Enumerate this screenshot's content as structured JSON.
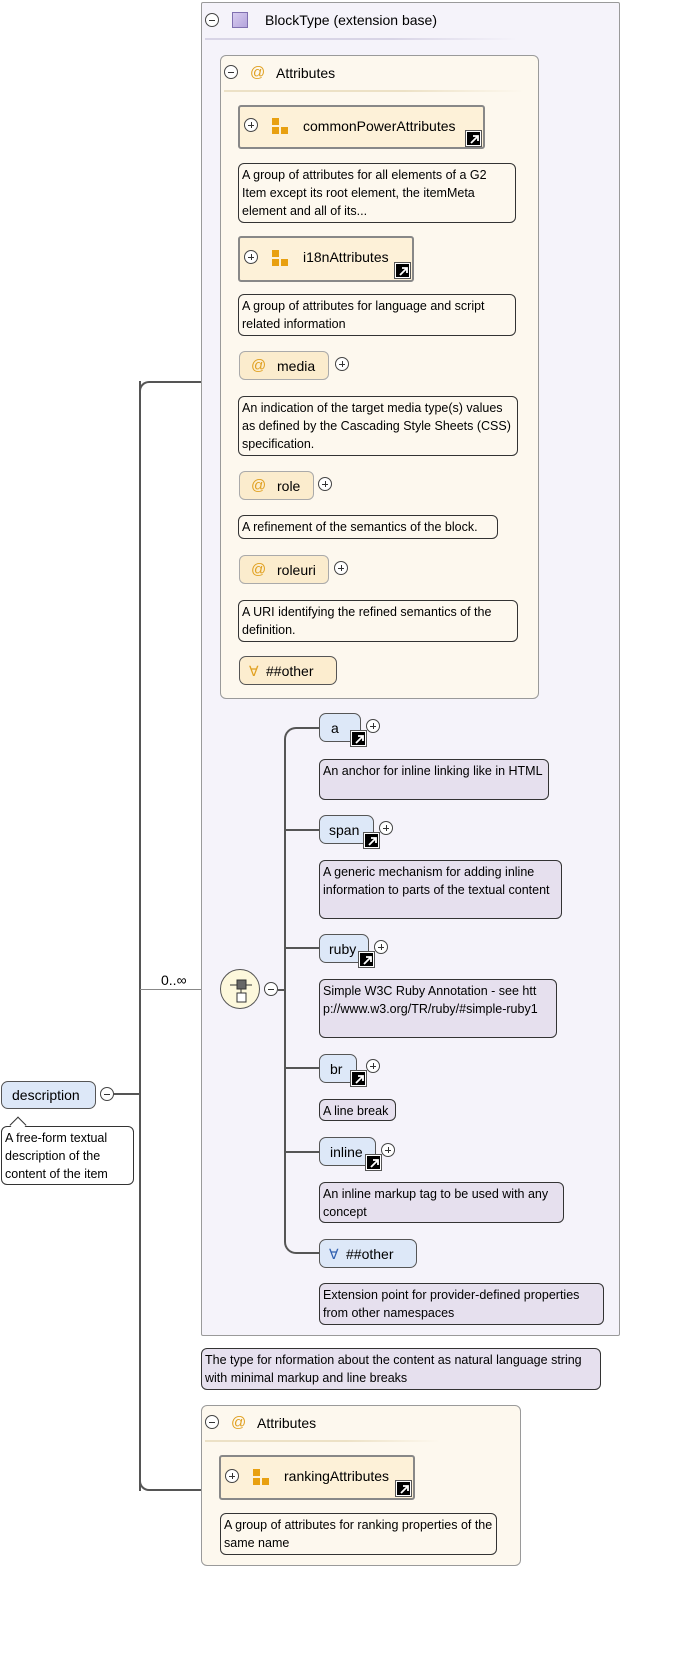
{
  "root": {
    "label": "description",
    "note": "A free-form textual description of the content of the item",
    "cardinality": "0..∞"
  },
  "blocktype": {
    "title": "BlockType (extension base)",
    "note": "The type for nformation about the content as natural language string with minimal markup and line breaks",
    "attributes": {
      "title": "Attributes",
      "group1": {
        "label": "commonPowerAttributes",
        "note": "A group of attributes for all elements of a G2 Item except its root element, the itemMeta element and all of its..."
      },
      "group2": {
        "label": "i18nAttributes",
        "note": "A group of attributes for language and script related information"
      },
      "media": {
        "label": "media",
        "note": "An indication of the target media type(s) values as defined by the Cascading Style Sheets (CSS) specification."
      },
      "role": {
        "label": "role",
        "note": "A refinement of the semantics of the block."
      },
      "roleuri": {
        "label": "roleuri",
        "note": "A URI identifying the refined semantics of the definition."
      },
      "other": {
        "label": "##other"
      }
    },
    "elements": {
      "a": {
        "label": "a",
        "note": "An anchor for inline linking like in HTML"
      },
      "span": {
        "label": "span",
        "note": "A generic mechanism for adding inline information to parts of the textual content"
      },
      "ruby": {
        "label": "ruby",
        "note": "Simple W3C Ruby Annotation - see http://www.w3.org/TR/ruby/#simple-ruby1"
      },
      "br": {
        "label": "br",
        "note": "A line break"
      },
      "inline": {
        "label": "inline",
        "note": "An inline markup tag to be used with any concept"
      },
      "other": {
        "label": "##other",
        "note": "Extension point for provider-defined properties from other namespaces"
      }
    }
  },
  "attributes2": {
    "title": "Attributes",
    "group": {
      "label": "rankingAttributes",
      "note": "A group of attributes for ranking properties of the same name"
    }
  },
  "symbols": {
    "at": "@",
    "forall": "∀"
  },
  "colors": {
    "group_icon": "#e8a010",
    "at_sign": "#e0a020"
  }
}
